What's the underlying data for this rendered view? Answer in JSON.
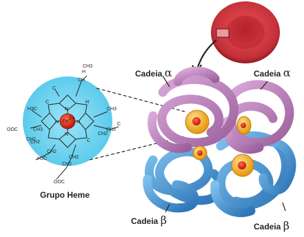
{
  "heme": {
    "caption": "Grupo Heme",
    "center_ion": "Fe",
    "center_charge": "2+",
    "atoms": [
      "N",
      "N",
      "N",
      "N",
      "CH",
      "H",
      "CH3",
      "H3C",
      "CH2",
      "CH3",
      "C",
      "CH3",
      "C",
      "CH2",
      "H",
      "C",
      "C",
      "H3C",
      "CH2",
      "CH2",
      "OOC",
      "CH2",
      "CH2",
      "OOC",
      "CH2"
    ]
  },
  "chains": [
    {
      "name": "Cadeia",
      "symbol": "α"
    },
    {
      "name": "Cadeia",
      "symbol": "α"
    },
    {
      "name": "Cadeia",
      "symbol": "β"
    },
    {
      "name": "Cadeia",
      "symbol": "β"
    }
  ],
  "colors": {
    "alpha_chain": "#b77fb8",
    "beta_chain": "#3a8fd0",
    "heme_disc": "#6fd2f0",
    "heme_core": "#f0b12e",
    "iron": "#d8301d",
    "red_cell": "#c8323a"
  }
}
